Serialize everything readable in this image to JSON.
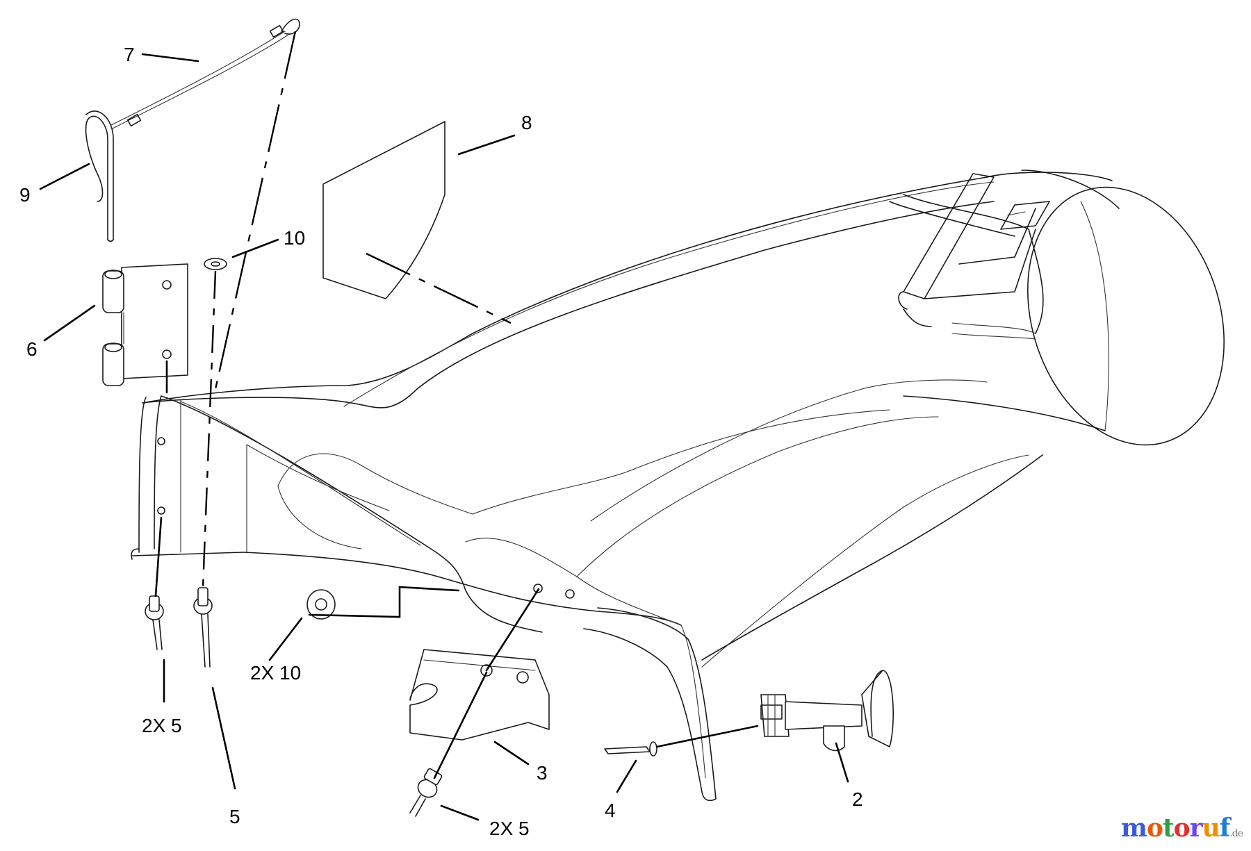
{
  "callouts": {
    "c7": "7",
    "c8": "8",
    "c9": "9",
    "c10": "10",
    "c6": "6",
    "c2x10": "2X 10",
    "c2x5_left": "2X 5",
    "c5": "5",
    "c3": "3",
    "c2x5_bottom": "2X 5",
    "c4": "4",
    "c2": "2"
  },
  "watermark": {
    "text_main": "motoruf",
    "text_tld": ".de",
    "colors": [
      "#3b5bdb",
      "#e8590c",
      "#2f9e44",
      "#e03131",
      "#7048e8",
      "#f08c00",
      "#1c7ed6"
    ]
  }
}
